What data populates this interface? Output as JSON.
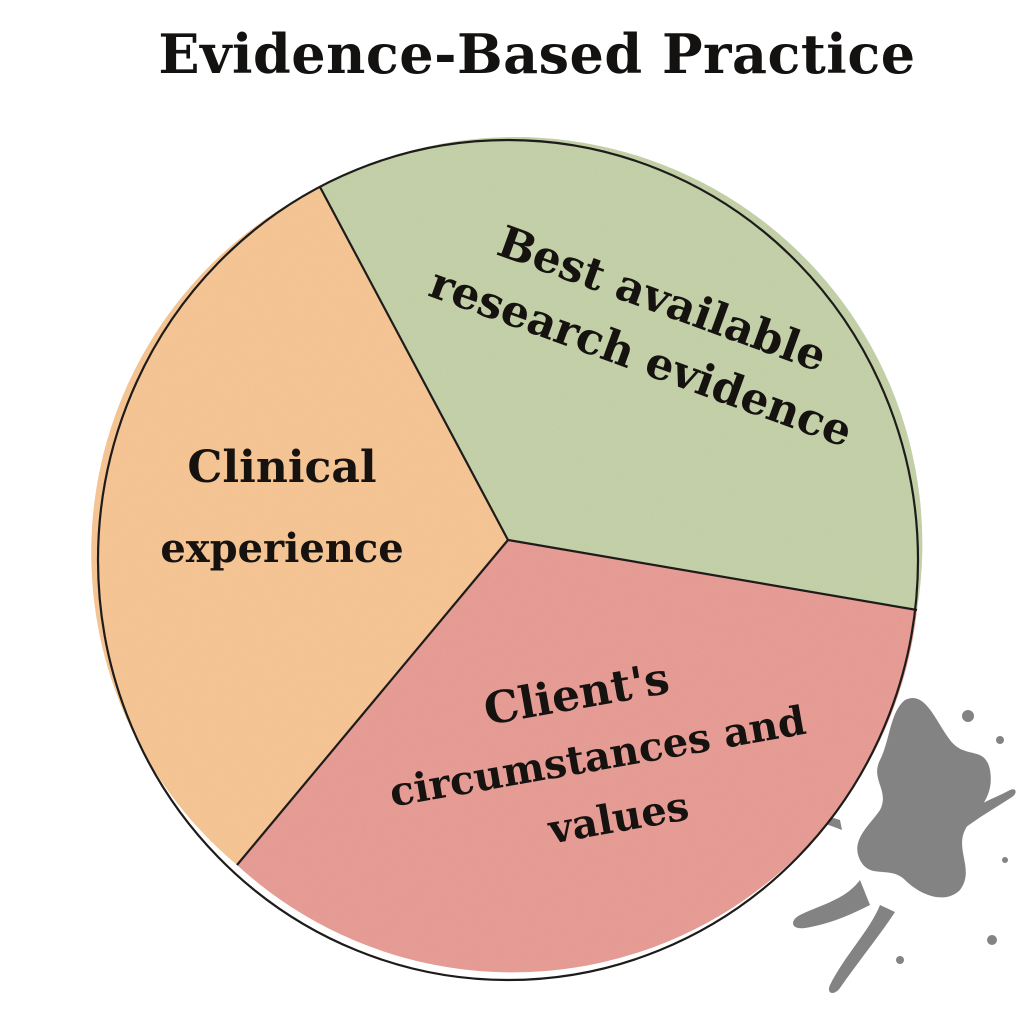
{
  "title": "Evidence-Based Practice",
  "segments": [
    {
      "lines": [
        "Best available",
        "research evidence"
      ],
      "color": "#c3d0a6"
    },
    {
      "lines": [
        "Client's",
        "circumstances and",
        "values"
      ],
      "color": "#e79a92"
    },
    {
      "lines": [
        "Clinical",
        "experience"
      ],
      "color": "#f7c491"
    }
  ],
  "outline_color": "#1e1c1a",
  "splash_color": "#6e6e6e"
}
